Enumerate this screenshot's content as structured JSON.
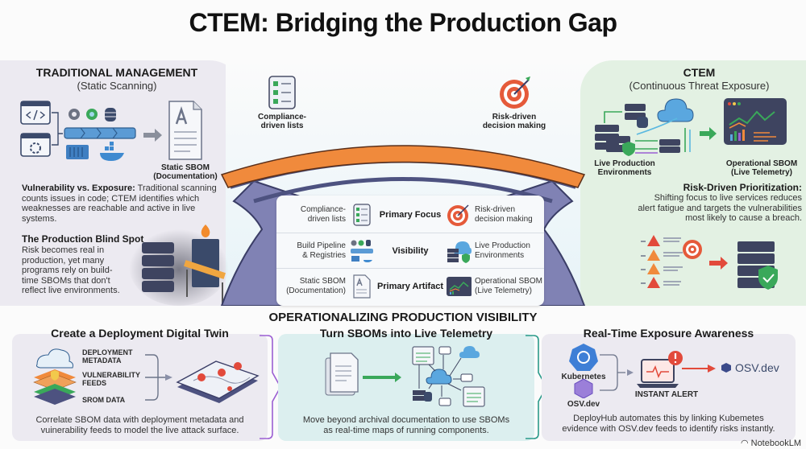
{
  "title": "CTEM: Bridging the Production Gap",
  "traditional": {
    "heading": "TRADITIONAL MANAGEMENT",
    "subheading": "(Static Scanning)",
    "artifact_label_1": "Static SBOM",
    "artifact_label_2": "(Documentation)",
    "vuln_title": "Vulnerability vs. Exposure:",
    "vuln_text": "Traditional scanning counts issues in code; CTEM identifies which weaknesses are reachable and active in live systems.",
    "blind_title": "The Production Blind Spot",
    "blind_text": "Risk becomes real in production, yet many programs rely on build-time SBOMs that don't reflect live environments."
  },
  "bridge": {
    "left_label_1": "Compliance-",
    "left_label_2": "driven lists",
    "right_label_1": "Risk-driven",
    "right_label_2": "decision making"
  },
  "comparison": [
    {
      "left_1": "Compliance-",
      "left_2": "driven lists",
      "center": "Primary Focus",
      "right_1": "Risk-driven",
      "right_2": "decision making"
    },
    {
      "left_1": "Build Pipeline",
      "left_2": "& Registries",
      "center": "Visibility",
      "right_1": "Live Production",
      "right_2": "Environments"
    },
    {
      "left_1": "Static SBOM",
      "left_2": "(Documentation)",
      "center": "Primary Artifact",
      "right_1": "Operational SBOM",
      "right_2": "(Live Telemetry)"
    }
  ],
  "ctem": {
    "heading": "CTEM",
    "subheading": "(Continuous Threat Exposure)",
    "env_label_1": "Live Production",
    "env_label_2": "Environments",
    "artifact_label_1": "Operational SBOM",
    "artifact_label_2": "(Live Telemetry)",
    "prio_title": "Risk-Driven Prioritization:",
    "prio_text_1": "Shifting focus to live services reduces",
    "prio_text_2": "alert fatigue and targets the vulnerabilities",
    "prio_text_3": "most likely to cause a breach."
  },
  "operationalizing": {
    "heading": "OPERATIONALIZING PRODUCTION VISIBILITY",
    "cards": [
      {
        "title": "Create a Deployment Digital Twin",
        "labels": [
          "DEPLOYMENT",
          "METADATA",
          "VULNERABILITY",
          "FEEDS",
          "SROM DATA"
        ],
        "text_1": "Correlate SBOM data with deployment metadata and",
        "text_2": "vuinerability feeds to model the live attack surface."
      },
      {
        "title": "Turn SBOMs into Live Telemetry",
        "text_1": "Move beyond archival documentation to use SBOMs",
        "text_2": "as real-time maps of running components."
      },
      {
        "title": "Real-Time Exposure Awareness",
        "source_1": "Kubernetes",
        "source_2": "OSV.dev",
        "alert_label": "INSTANT ALERT",
        "target": "OSV.dev",
        "text_1": "DeployHub automates this by linking Kubemetes",
        "text_2": "evidence with OSV.dev feeds to identify risks instantly."
      }
    ]
  },
  "watermark": "NotebookLM",
  "colors": {
    "bridge_orange": "#f08a3c",
    "bridge_steel": "#4d5280",
    "cliff": "#7c7fae",
    "traditional_bg": "#eceaf1",
    "ctem_bg": "#e3f1e3",
    "alert_red": "#e24a3b",
    "ok_green": "#3aa85a",
    "cloud_blue": "#5aa7df"
  }
}
